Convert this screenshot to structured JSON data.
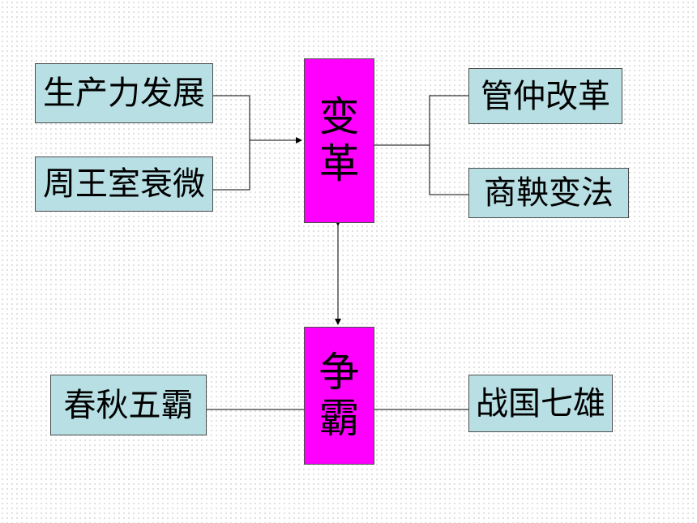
{
  "causes": [
    {
      "label": "生产力发展"
    },
    {
      "label": "周王室衰微"
    }
  ],
  "reform_box": {
    "char1": "变",
    "char2": "革"
  },
  "reforms": [
    {
      "label": "管仲改革"
    },
    {
      "label": "商鞅变法"
    }
  ],
  "hegemony_box": {
    "char1": "争",
    "char2": "霸"
  },
  "left_period": {
    "label": "春秋五霸"
  },
  "right_period": {
    "label": "战国七雄"
  },
  "colors": {
    "teal_box": "#b7dfe4",
    "magenta_box": "#ff00ff",
    "connector": "#000000"
  }
}
